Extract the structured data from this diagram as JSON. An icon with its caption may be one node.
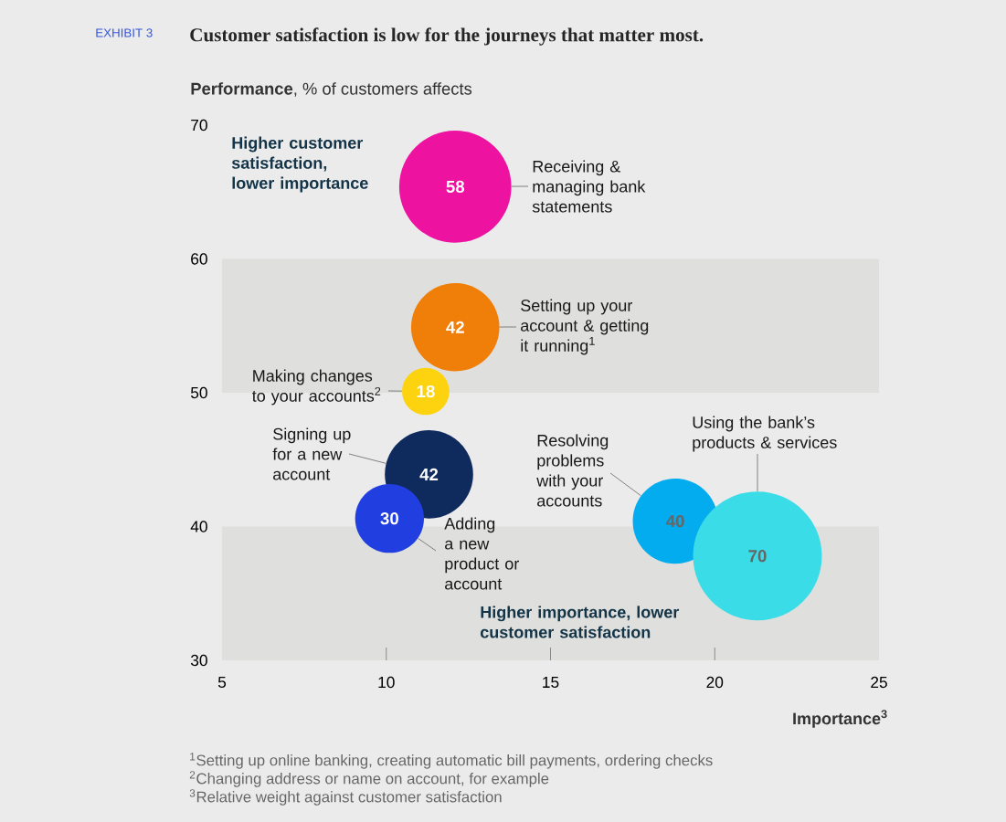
{
  "diagram": {
    "title": "Customer satisfaction is low for the journeys that matter most.",
    "labels": [
      "EXHIBIT 3",
      "$^{1}$Setting up online banking, creating automatic bill payments, ordering checks",
      "$^{2}$Changing address or name on account, for example",
      "$^{3}$Relative weight against customer satisfaction"
    ],
    "chart_data": {
      "type": "scatter",
      "xlabel": "Importance$^{3}$",
      "ylabel": "**Performance**, % of customers affects",
      "xlim": [
        5,
        25
      ],
      "ylim": [
        30,
        70
      ],
      "xticks": [
        {
          "value": 5,
          "label": "5"
        },
        {
          "value": 10,
          "label": "10"
        },
        {
          "value": 15,
          "label": "15"
        },
        {
          "value": 20,
          "label": "20"
        },
        {
          "value": 25,
          "label": "25"
        }
      ],
      "yticks": [
        {
          "value": 30,
          "label": "30"
        },
        {
          "value": 40,
          "label": "40"
        },
        {
          "value": 50,
          "label": "50"
        },
        {
          "value": 60,
          "label": "60"
        },
        {
          "value": 70,
          "label": "70"
        }
      ],
      "series": [
        {
          "name": "Receiving & managing bank statements",
          "color": "#ee12a0",
          "x": [
            12.1
          ],
          "values": [
            65.4
          ]
        },
        {
          "name": "Setting up your account & getting it running$^{1}$",
          "color": "#f07f09",
          "x": [
            12.1
          ],
          "values": [
            54.9
          ]
        },
        {
          "name": "Making changes to your accounts$^{2}$",
          "color": "#fdd20e",
          "x": [
            11.2
          ],
          "values": [
            50.1
          ]
        },
        {
          "name": "Signing up for a new account",
          "color": "#0f2a5c",
          "x": [
            11.3
          ],
          "values": [
            43.9
          ]
        },
        {
          "name": "Adding a new product or account",
          "color": "#213fe0",
          "x": [
            10.1
          ],
          "values": [
            40.6
          ]
        },
        {
          "name": "Resolving problems with your accounts",
          "color": "#02acee",
          "x": [
            18.8
          ],
          "values": [
            40.4
          ]
        },
        {
          "name": "Using the bank’s products & services",
          "color": "#3adce8",
          "x": [
            21.3
          ],
          "values": [
            37.8
          ]
        }
      ],
      "value_labels": [
        "58",
        "42",
        "18",
        "42",
        "30",
        "40",
        "70"
      ],
      "annotations": [
        "Higher customer satisfaction, lower importance",
        "Higher importance, lower customer satisfaction"
      ]
    }
  }
}
